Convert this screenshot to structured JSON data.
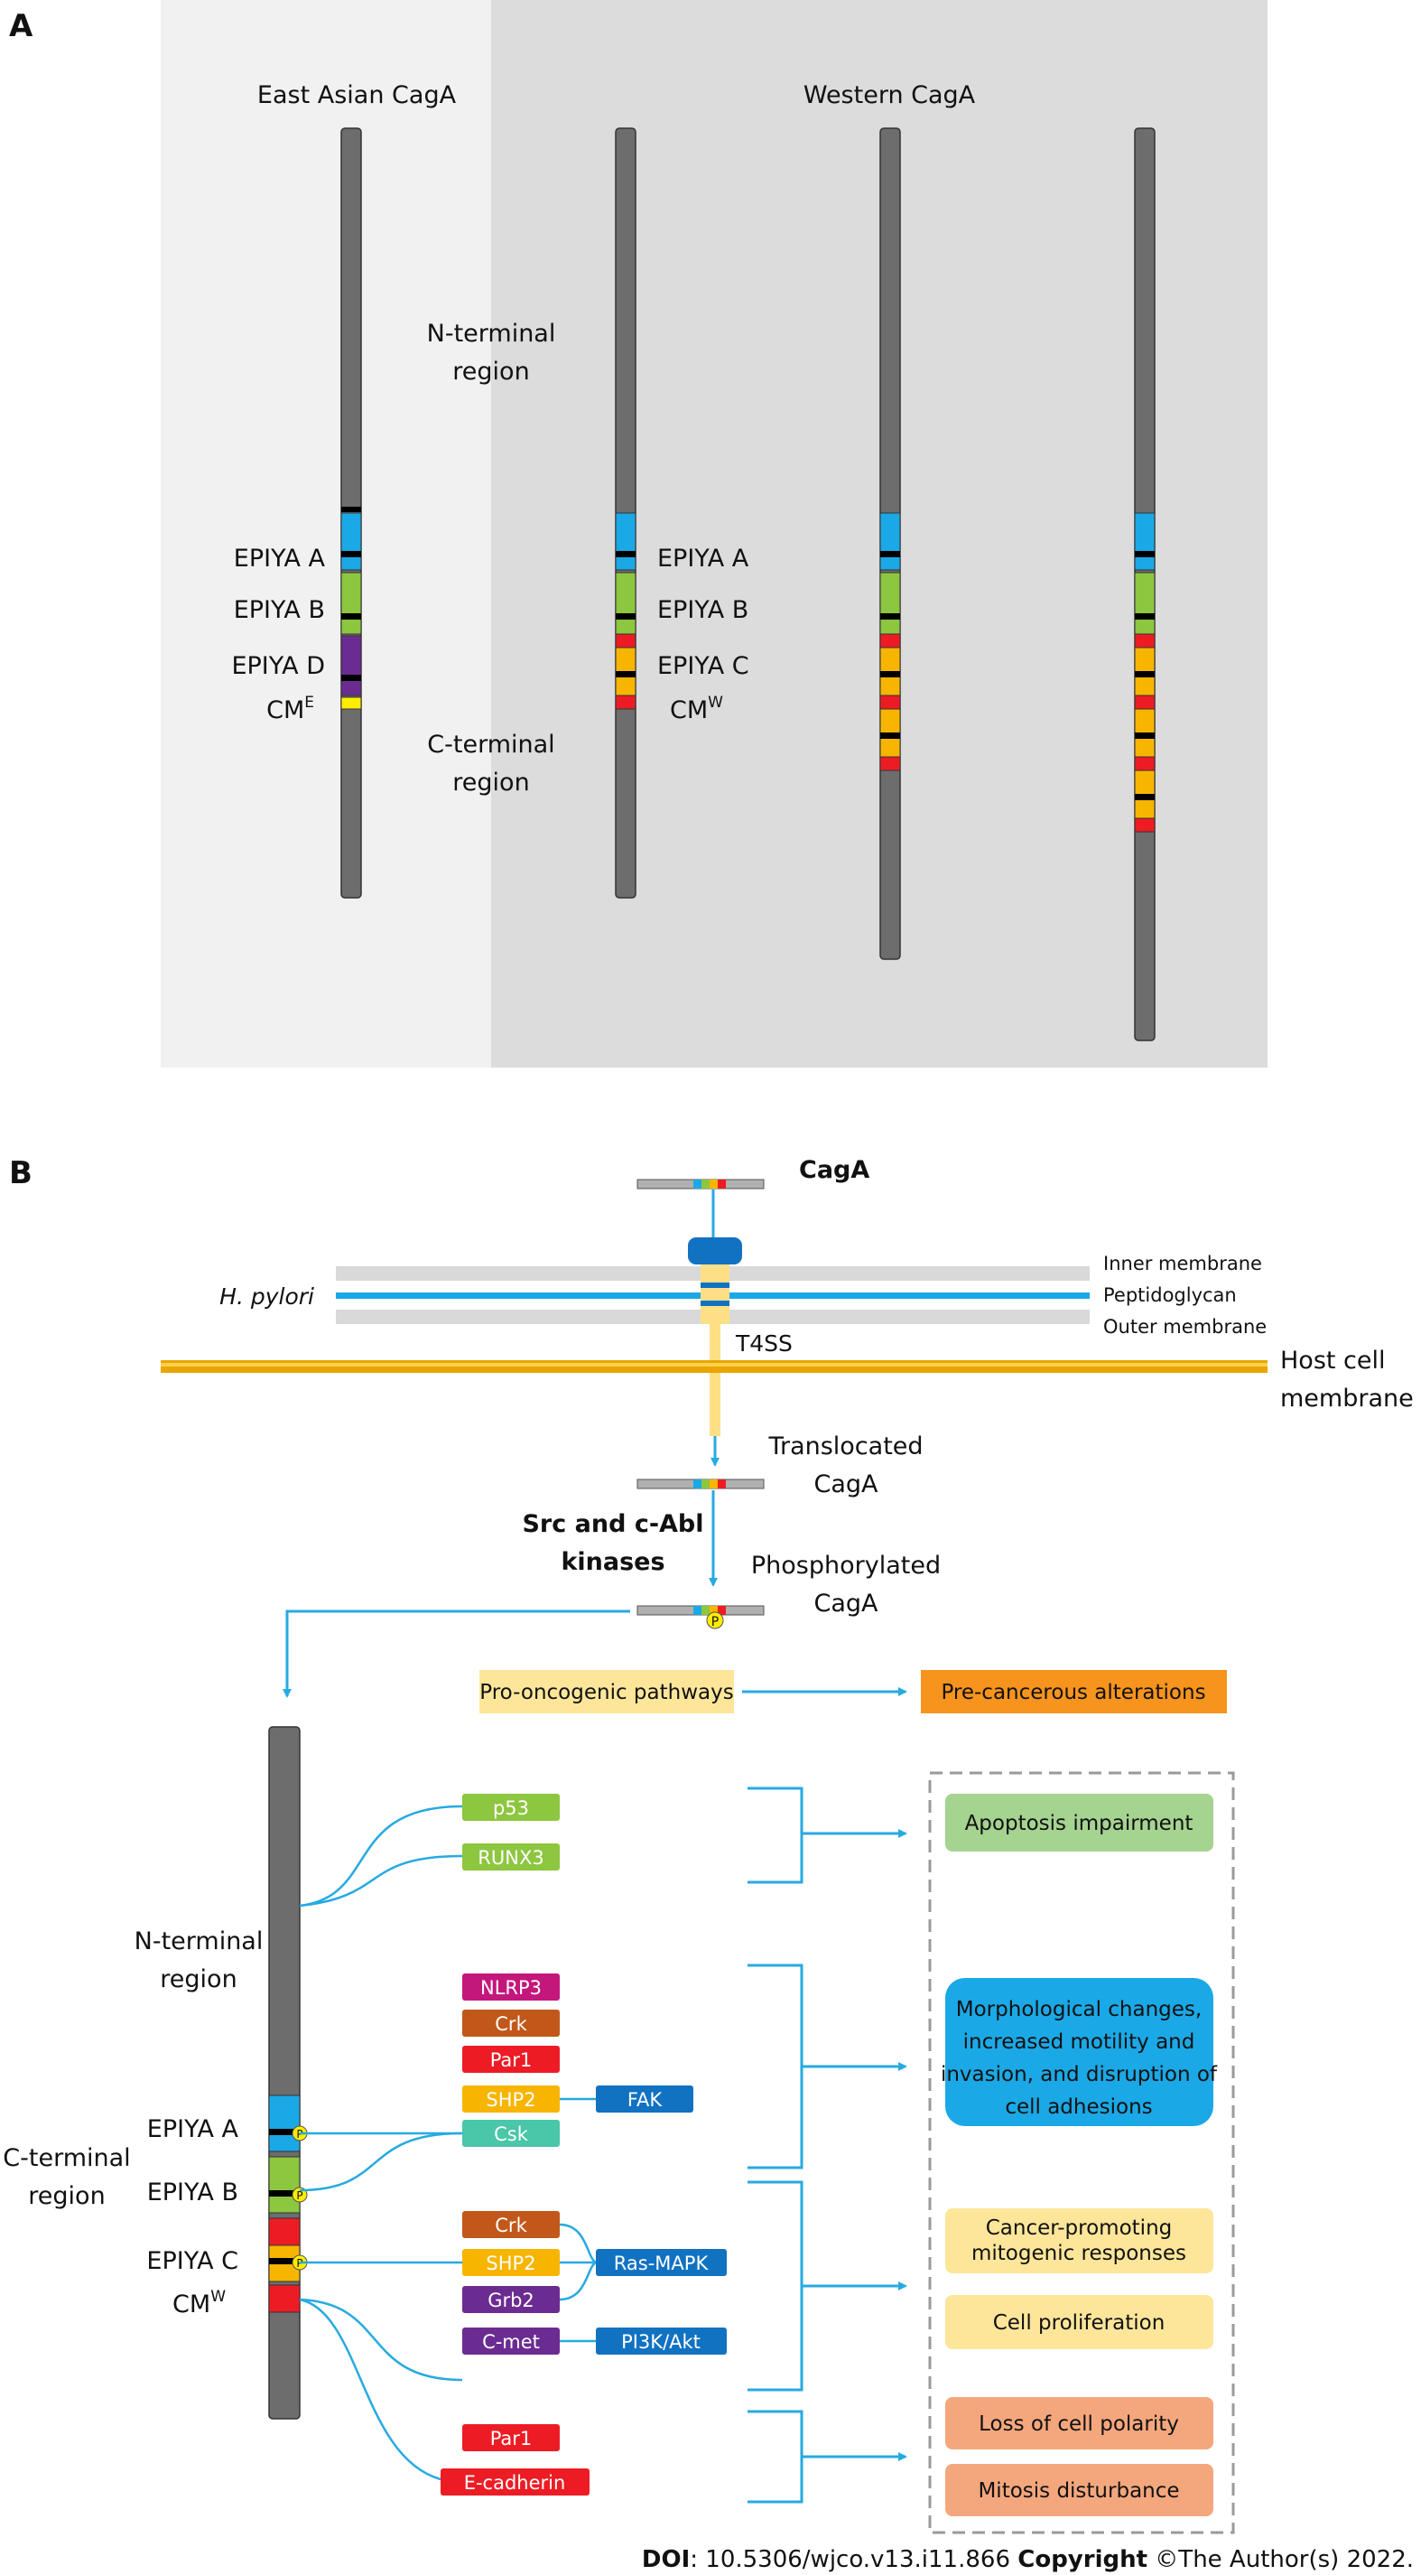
{
  "panel_a": {
    "label": "A",
    "east_asian_title": "East Asian CagA",
    "western_title": "Western CagA",
    "n_terminal": [
      "N-terminal",
      "region"
    ],
    "c_terminal": [
      "C-terminal",
      "region"
    ],
    "east": {
      "epiya_a": "EPIYA A",
      "epiya_b": "EPIYA B",
      "epiya_d": "EPIYA D",
      "cm": "CM",
      "cm_sup": "E"
    },
    "west": {
      "epiya_a": "EPIYA A",
      "epiya_b": "EPIYA B",
      "epiya_c": "EPIYA C",
      "cm": "CM",
      "cm_sup": "W"
    }
  },
  "panel_b": {
    "label": "B",
    "cagA": "CagA",
    "h_pylori": "H. pylori",
    "inner_membrane": "Inner membrane",
    "peptidoglycan": "Peptidoglycan",
    "outer_membrane": "Outer membrane",
    "t4ss": "T4SS",
    "host_cell": [
      "Host cell",
      "membrane"
    ],
    "translocated": [
      "Translocated",
      "CagA"
    ],
    "kinases": [
      "Src and c-Abl",
      "kinases"
    ],
    "phosphorylated": [
      "Phosphorylated",
      "CagA"
    ],
    "p_marker": "P",
    "pro_oncogenic": "Pro-oncogenic pathways",
    "pre_cancerous": "Pre-cancerous alterations",
    "n_terminal": [
      "N-terminal",
      "region"
    ],
    "c_terminal": [
      "C-terminal",
      "region"
    ],
    "epiya_a": "EPIYA A",
    "epiya_b": "EPIYA B",
    "epiya_c": "EPIYA C",
    "cm": "CM",
    "cm_sup": "W",
    "proteins": {
      "p53": "p53",
      "runx3": "RUNX3",
      "nlrp3": "NLRP3",
      "crk1": "Crk",
      "par1a": "Par1",
      "shp2a": "SHP2",
      "fak": "FAK",
      "csk": "Csk",
      "crk2": "Crk",
      "shp2b": "SHP2",
      "ras_mapk": "Ras-MAPK",
      "grb2": "Grb2",
      "cmet": "C-met",
      "pi3k": "PI3K/Akt",
      "par1b": "Par1",
      "ecadherin": "E-cadherin"
    },
    "outcomes": {
      "apoptosis": "Apoptosis impairment",
      "morph": [
        "Morphological changes,",
        "increased motility and",
        "invasion, and disruption of",
        "cell adhesions"
      ],
      "mitogenic": [
        "Cancer-promoting",
        "mitogenic responses"
      ],
      "proliferation": "Cell proliferation",
      "polarity": "Loss of cell polarity",
      "mitosis": "Mitosis disturbance"
    }
  },
  "footer": {
    "doi_label": "DOI",
    "doi_value": ": 10.5306/wjco.v13.i11.866 ",
    "copyright_label": "Copyright",
    "copyright_value": " ©The Author(s) 2022."
  },
  "colors": {
    "blue": "#1ba8e6",
    "green": "#8dc63f",
    "purple": "#6b2c91",
    "yellow": "#ffed00",
    "orange": "#f7b500",
    "red": "#ed1c24",
    "gray": "#6d6d6d",
    "accent_line": "#27aae1"
  }
}
